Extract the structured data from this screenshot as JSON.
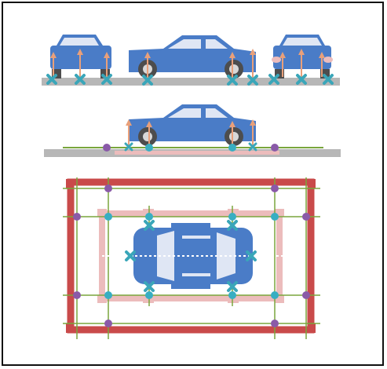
{
  "colors": {
    "car_body": "#4a7cc7",
    "car_window": "#dfe6f4",
    "tire": "#4d4d4d",
    "rim": "#d8d8d8",
    "ground": "#b7b7b7",
    "arrow": "#e9a07a",
    "cross_marker": "#3aa6b9",
    "dot_cyan": "#38aec2",
    "dot_purple": "#8a5aa8",
    "frame_outer": "#c94a4a",
    "frame_inner": "#ecbcbc",
    "guide_line": "#7aa63d",
    "center_dash": "#ffffff"
  },
  "icons": {
    "lift_arrow": "arrow-up-icon",
    "support_point": "x-mark-icon",
    "anchor_point": "dot-icon"
  },
  "views": [
    {
      "name": "front-view"
    },
    {
      "name": "side-view"
    },
    {
      "name": "rear-view"
    },
    {
      "name": "side-view-with-rails"
    },
    {
      "name": "top-view-with-frame"
    }
  ]
}
